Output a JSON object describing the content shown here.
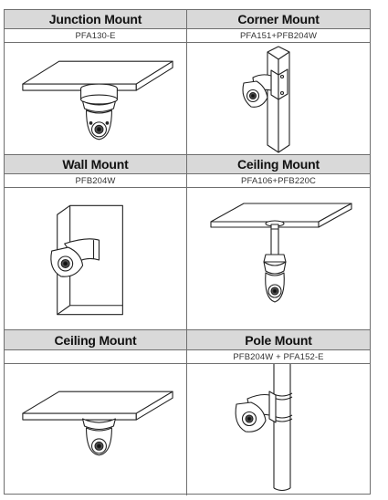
{
  "mounts": [
    {
      "id": "junction",
      "title": "Junction Mount",
      "model": "PFA130-E"
    },
    {
      "id": "corner",
      "title": "Corner Mount",
      "model": "PFA151+PFB204W"
    },
    {
      "id": "wall",
      "title": "Wall Mount",
      "model": "PFB204W"
    },
    {
      "id": "ceiling-pendant",
      "title": "Ceiling Mount",
      "model": "PFA106+PFB220C"
    },
    {
      "id": "ceiling",
      "title": "Ceiling Mount",
      "model": ""
    },
    {
      "id": "pole",
      "title": "Pole Mount",
      "model": "PFB204W + PFA152-E"
    }
  ]
}
